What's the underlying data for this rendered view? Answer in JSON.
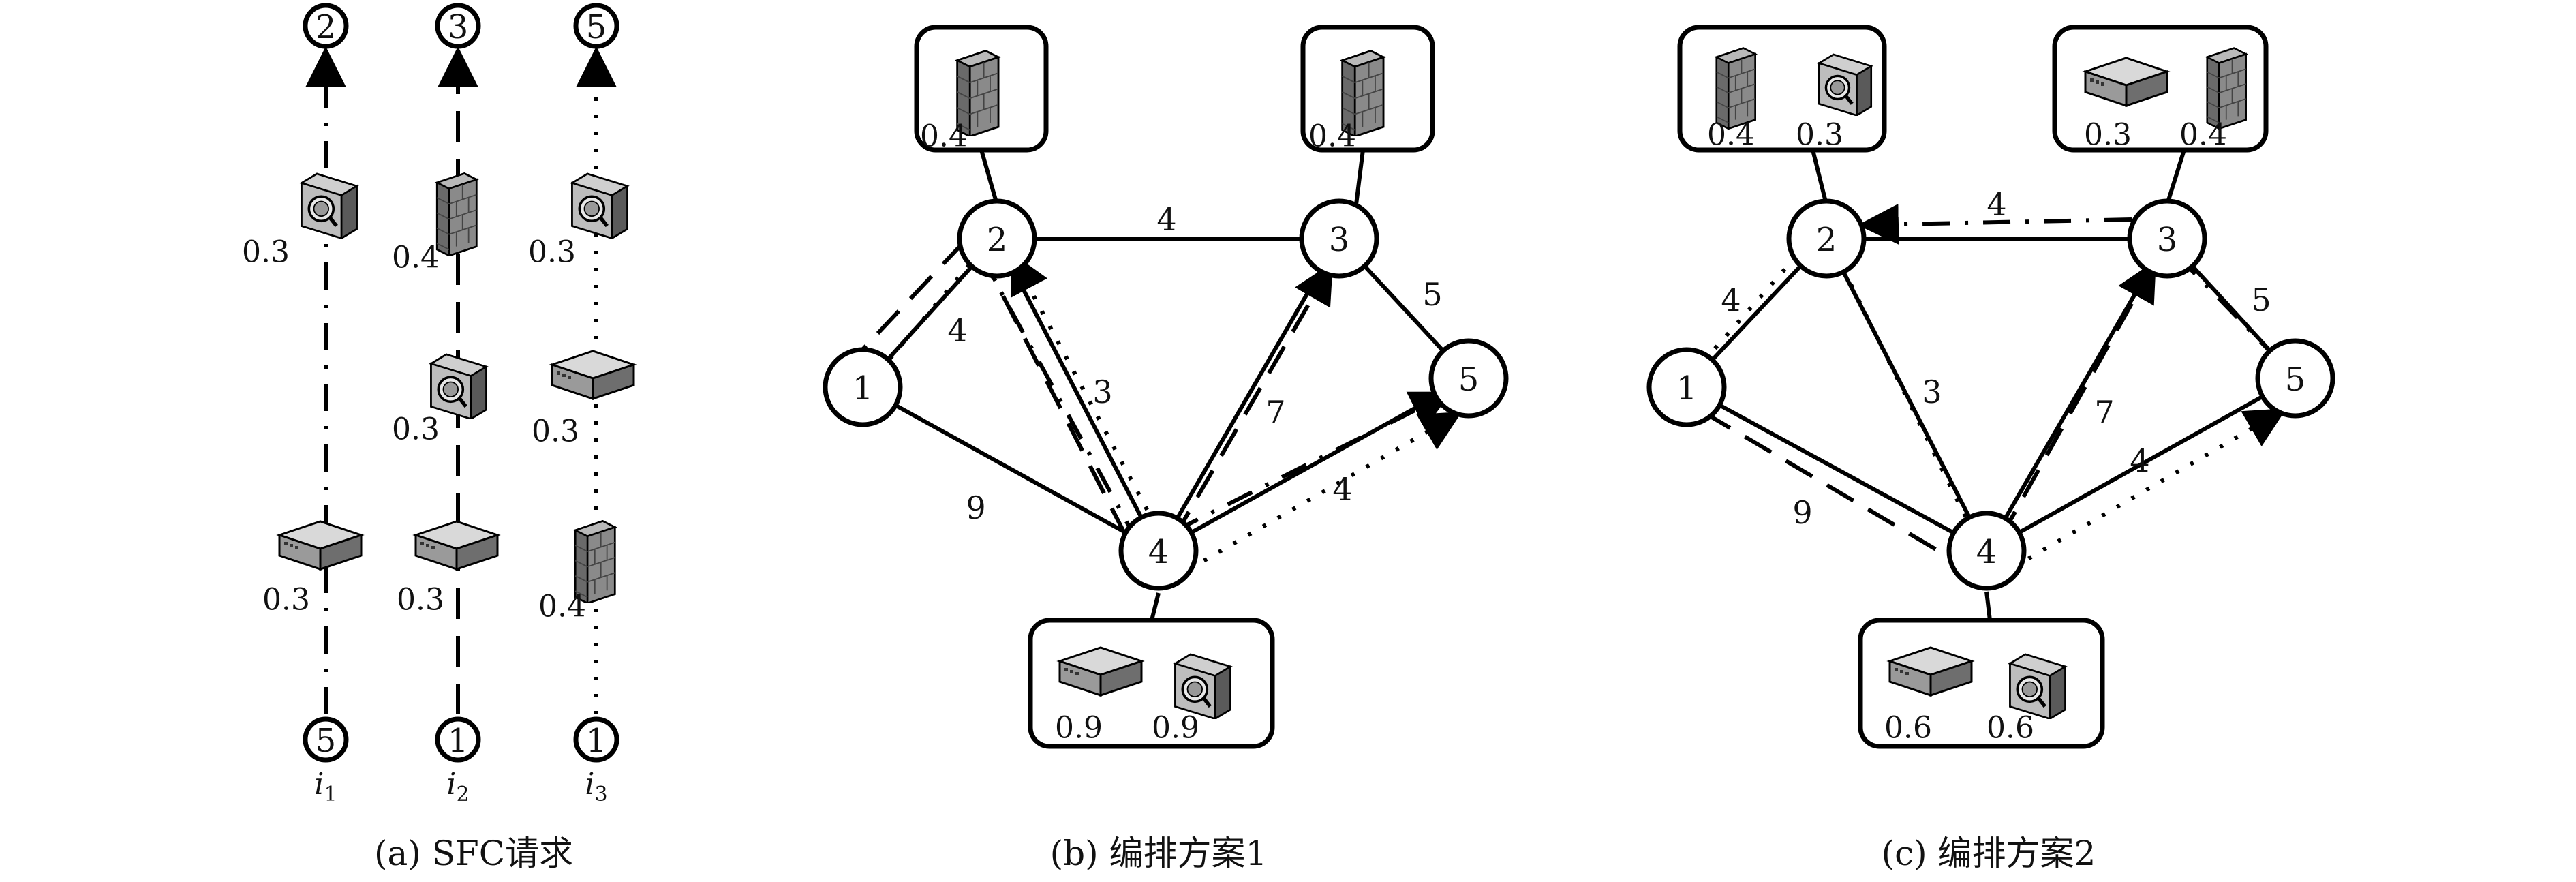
{
  "captions": {
    "a": "(a) SFC请求",
    "b": "(b) 编排方案1",
    "c": "(c) 编排方案2"
  },
  "panel_a": {
    "chains": [
      {
        "label": "i1",
        "src": "5",
        "dst": "2",
        "style": "dashdot",
        "vnfs": [
          {
            "icon": "switch-icon",
            "value": "0.3"
          },
          {
            "icon": "ids-icon",
            "value": "0.3"
          }
        ]
      },
      {
        "label": "i2",
        "src": "1",
        "dst": "3",
        "style": "dashed",
        "vnfs": [
          {
            "icon": "switch-icon",
            "value": "0.3"
          },
          {
            "icon": "ids-icon",
            "value": "0.3"
          },
          {
            "icon": "firewall-icon",
            "value": "0.4"
          }
        ]
      },
      {
        "label": "i3",
        "src": "1",
        "dst": "5",
        "style": "dotted",
        "vnfs": [
          {
            "icon": "firewall-icon",
            "value": "0.4"
          },
          {
            "icon": "switch-icon",
            "value": "0.3"
          },
          {
            "icon": "ids-icon",
            "value": "0.3"
          }
        ]
      }
    ]
  },
  "panel_b": {
    "nodes": [
      "1",
      "2",
      "3",
      "4",
      "5"
    ],
    "edges": [
      {
        "from": "1",
        "to": "2",
        "weight": "4"
      },
      {
        "from": "1",
        "to": "4",
        "weight": "9"
      },
      {
        "from": "2",
        "to": "3",
        "weight": "4"
      },
      {
        "from": "2",
        "to": "4",
        "weight": "3"
      },
      {
        "from": "3",
        "to": "4",
        "weight": "7"
      },
      {
        "from": "3",
        "to": "5",
        "weight": "5"
      },
      {
        "from": "4",
        "to": "5",
        "weight": "4"
      }
    ],
    "racks": [
      {
        "node": "2",
        "items": [
          {
            "icon": "firewall-icon",
            "value": "0.4"
          }
        ]
      },
      {
        "node": "3",
        "items": [
          {
            "icon": "firewall-icon",
            "value": "0.4"
          }
        ]
      },
      {
        "node": "4",
        "items": [
          {
            "icon": "switch-icon",
            "value": "0.9"
          },
          {
            "icon": "ids-icon",
            "value": "0.9"
          }
        ]
      }
    ]
  },
  "panel_c": {
    "nodes": [
      "1",
      "2",
      "3",
      "4",
      "5"
    ],
    "edges": [
      {
        "from": "1",
        "to": "2",
        "weight": "4"
      },
      {
        "from": "1",
        "to": "4",
        "weight": "9"
      },
      {
        "from": "2",
        "to": "3",
        "weight": "4"
      },
      {
        "from": "2",
        "to": "4",
        "weight": "3"
      },
      {
        "from": "3",
        "to": "4",
        "weight": "7"
      },
      {
        "from": "3",
        "to": "5",
        "weight": "5"
      },
      {
        "from": "4",
        "to": "5",
        "weight": "4"
      }
    ],
    "racks": [
      {
        "node": "2",
        "items": [
          {
            "icon": "firewall-icon",
            "value": "0.4"
          },
          {
            "icon": "ids-icon",
            "value": "0.3"
          }
        ]
      },
      {
        "node": "3",
        "items": [
          {
            "icon": "switch-icon",
            "value": "0.3"
          },
          {
            "icon": "firewall-icon",
            "value": "0.4"
          }
        ]
      },
      {
        "node": "4",
        "items": [
          {
            "icon": "switch-icon",
            "value": "0.6"
          },
          {
            "icon": "ids-icon",
            "value": "0.6"
          }
        ]
      }
    ]
  }
}
